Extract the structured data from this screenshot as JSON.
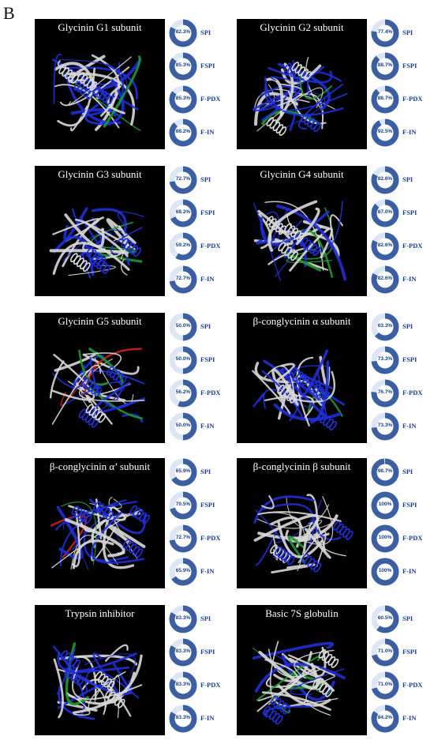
{
  "figure": {
    "panel_label": "B",
    "methods": [
      "SPI",
      "FSPI",
      "F-PDX",
      "F-IN"
    ],
    "colors": {
      "ring_fill": "#3b5fa0",
      "ring_track": "#dce6f5",
      "label": "#1a3f8f",
      "structure_bg": "#000000",
      "helix_white": "#d9d9d9",
      "helix_blue": "#1f2fd6",
      "green": "#1e9a2e",
      "red": "#d12020",
      "yellow": "#e0d020"
    }
  },
  "chart_data": {
    "type": "donut",
    "categories": [
      "SPI",
      "FSPI",
      "F-PDX",
      "F-IN"
    ],
    "subunits": [
      {
        "title": "Glycinin G1 subunit",
        "values": [
          82.3,
          85.3,
          85.3,
          88.2
        ],
        "labels": [
          "82.3%",
          "85.3%",
          "85.3%",
          "88.2%"
        ]
      },
      {
        "title": "Glycinin G2 subunit",
        "values": [
          77.4,
          88.7,
          88.7,
          92.5
        ],
        "labels": [
          "77.4%",
          "88.7%",
          "88.7%",
          "92.5%"
        ]
      },
      {
        "title": "Glycinin G3 subunit",
        "values": [
          72.7,
          68.2,
          59.2,
          72.7
        ],
        "labels": [
          "72.7%",
          "68.2%",
          "59.2%",
          "72.7%"
        ]
      },
      {
        "title": "Glycinin G4 subunit",
        "values": [
          82.6,
          87.0,
          82.6,
          82.6
        ],
        "labels": [
          "82.6%",
          "87.0%",
          "82.6%",
          "82.6%"
        ]
      },
      {
        "title": "Glycinin G5 subunit",
        "values": [
          50.0,
          50.0,
          56.2,
          50.0
        ],
        "labels": [
          "50.0%",
          "50.0%",
          "56.2%",
          "50.0%"
        ]
      },
      {
        "title": "β-conglycinin α subunit",
        "values": [
          63.3,
          73.3,
          76.7,
          73.3
        ],
        "labels": [
          "63.3%",
          "73.3%",
          "76.7%",
          "73.3%"
        ]
      },
      {
        "title": "β-conglycinin α’ subunit",
        "values": [
          65.9,
          70.5,
          72.7,
          65.9
        ],
        "labels": [
          "65.9%",
          "70.5%",
          "72.7%",
          "65.9%"
        ]
      },
      {
        "title": "β-conglycinin β subunit",
        "values": [
          98.7,
          100,
          100,
          100
        ],
        "labels": [
          "98.7%",
          "100%",
          "100%",
          "100%"
        ]
      },
      {
        "title": "Trypsin inhibitor",
        "values": [
          83.3,
          83.3,
          83.3,
          83.3
        ],
        "labels": [
          "83.3%",
          "83.3%",
          "83.3%",
          "83.3%"
        ]
      },
      {
        "title": "Basic 7S globulin",
        "values": [
          60.5,
          71.0,
          71.0,
          84.2
        ],
        "labels": [
          "60.5%",
          "71.0%",
          "71.0%",
          "84.2%"
        ]
      }
    ]
  }
}
